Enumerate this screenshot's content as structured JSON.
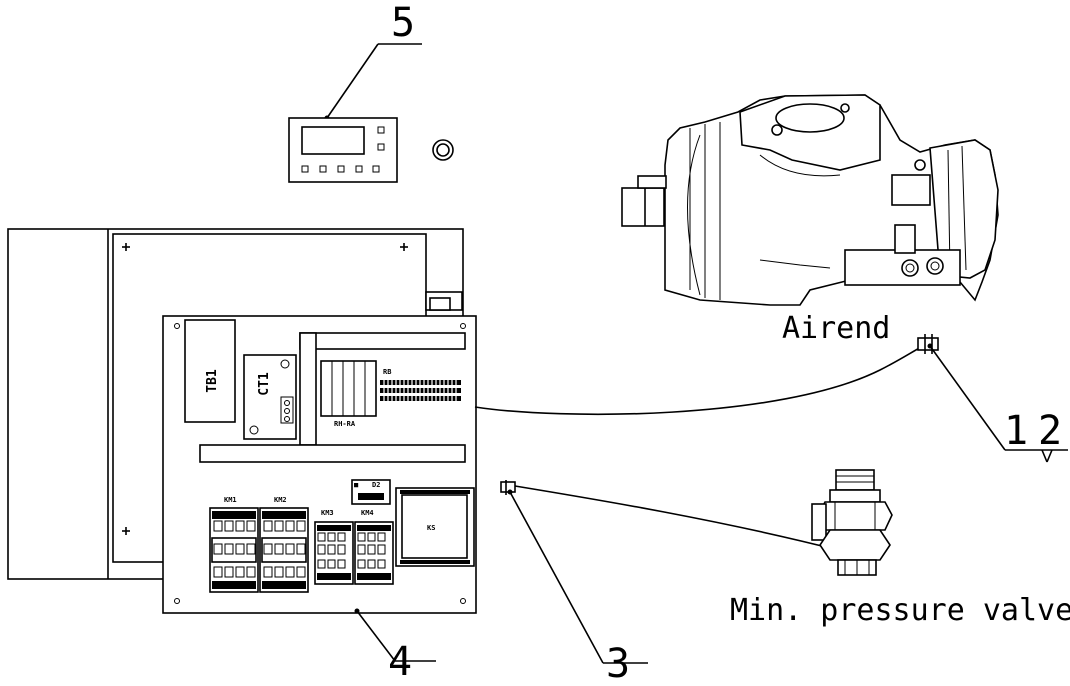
{
  "callouts": {
    "one": "1",
    "two": "2",
    "three": "3",
    "four": "4",
    "five": "5"
  },
  "labels": {
    "airend": "Airend",
    "min_pressure_valve": "Min. pressure valve"
  },
  "board": {
    "tb1": "TB1",
    "ct1": "CT1",
    "rb": "RB",
    "rh": "RH-RA",
    "km1": "KM1",
    "km2": "KM2",
    "km3": "KM3",
    "km4": "KM4",
    "ks": "KS",
    "d2": "D2"
  },
  "colors": {
    "line": "#000000",
    "background": "#ffffff"
  }
}
